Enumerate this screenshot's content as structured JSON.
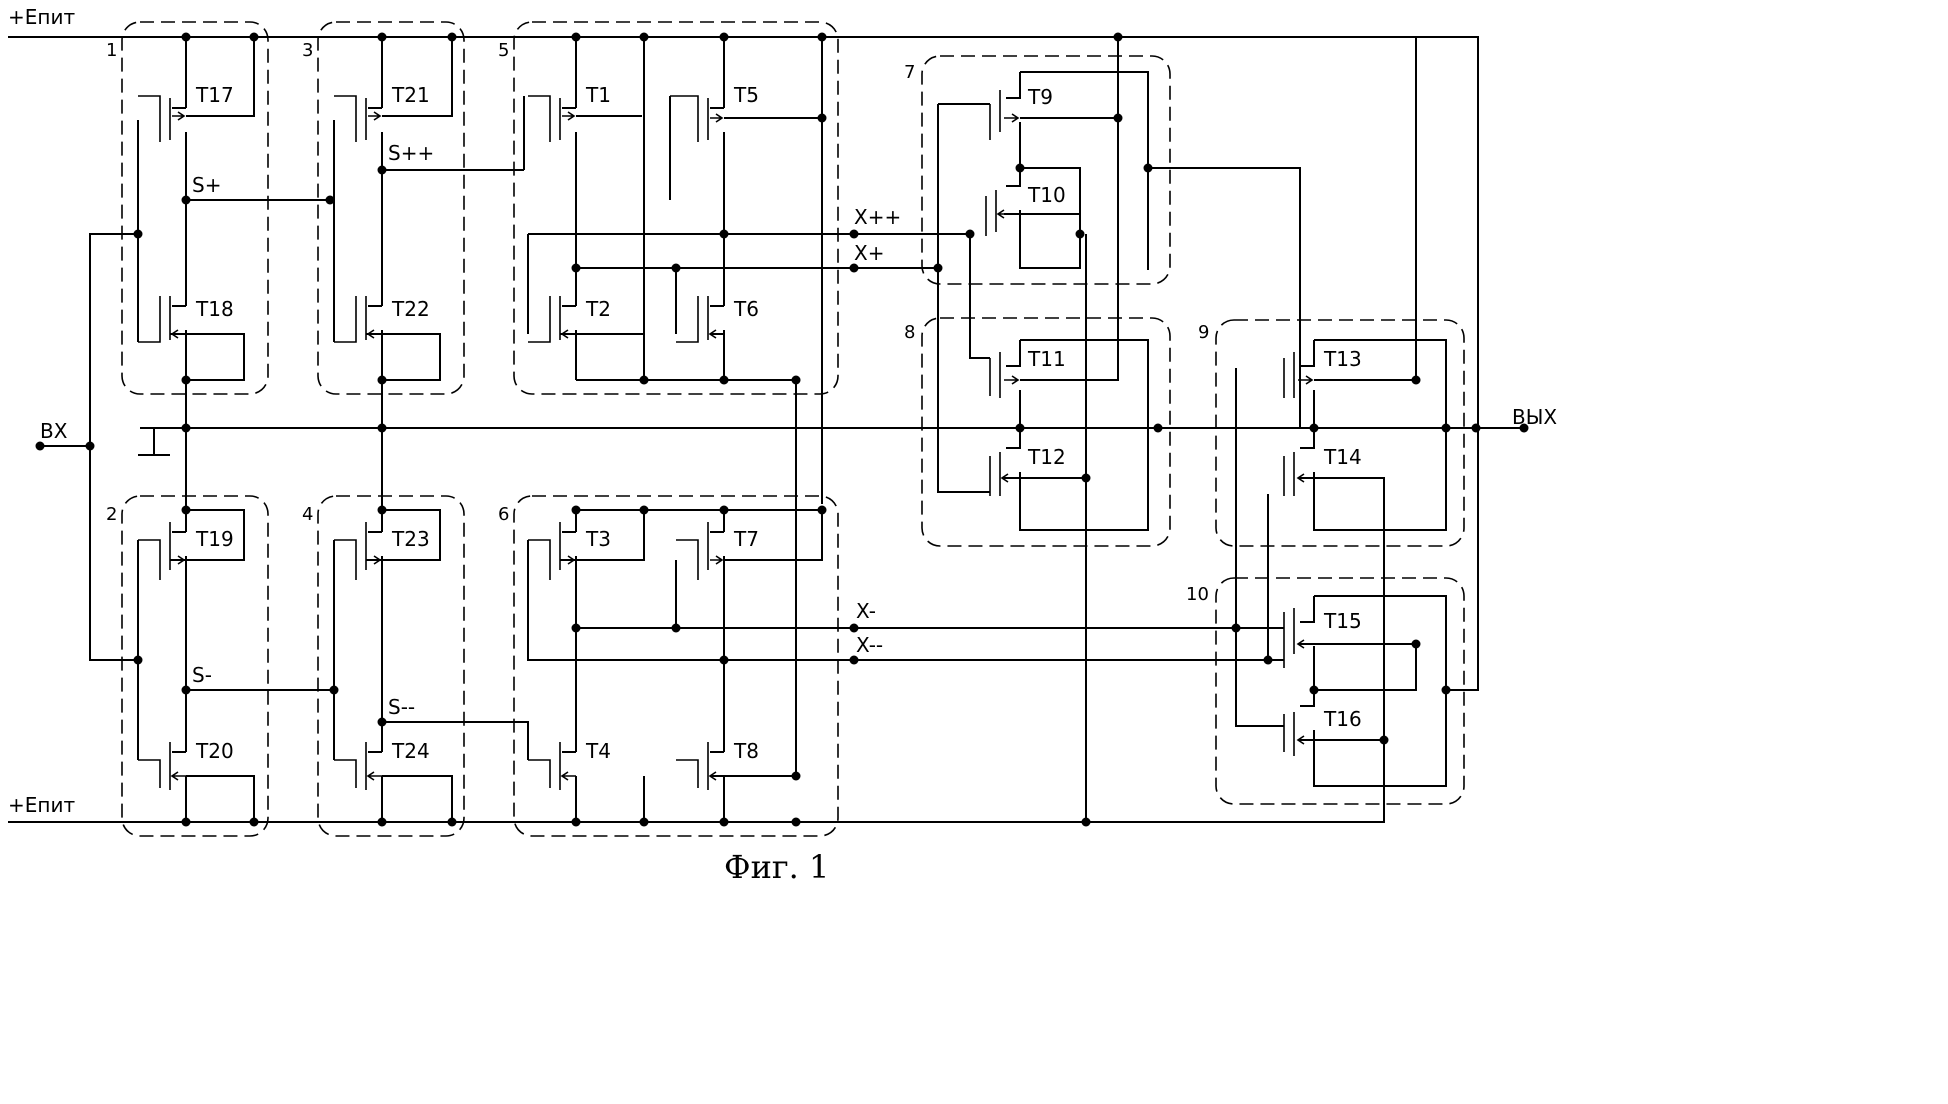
{
  "supply_top": "+Епит",
  "supply_bottom": "+Епит",
  "input": "ВХ",
  "output": "ВЫХ",
  "caption": "Фиг. 1",
  "nodes": {
    "s_plus": "S+",
    "s_pp": "S++",
    "s_minus": "S-",
    "s_mm": "S--",
    "x_pp": "X++",
    "x_p": "X+",
    "x_m": "X-",
    "x_mm": "X--"
  },
  "blocks": [
    "1",
    "2",
    "3",
    "4",
    "5",
    "6",
    "7",
    "8",
    "9",
    "10"
  ],
  "transistors": [
    "T1",
    "T2",
    "T3",
    "T4",
    "T5",
    "T6",
    "T7",
    "T8",
    "T9",
    "T10",
    "T11",
    "T12",
    "T13",
    "T14",
    "T15",
    "T16",
    "T17",
    "T18",
    "T19",
    "T20",
    "T21",
    "T22",
    "T23",
    "T24"
  ]
}
